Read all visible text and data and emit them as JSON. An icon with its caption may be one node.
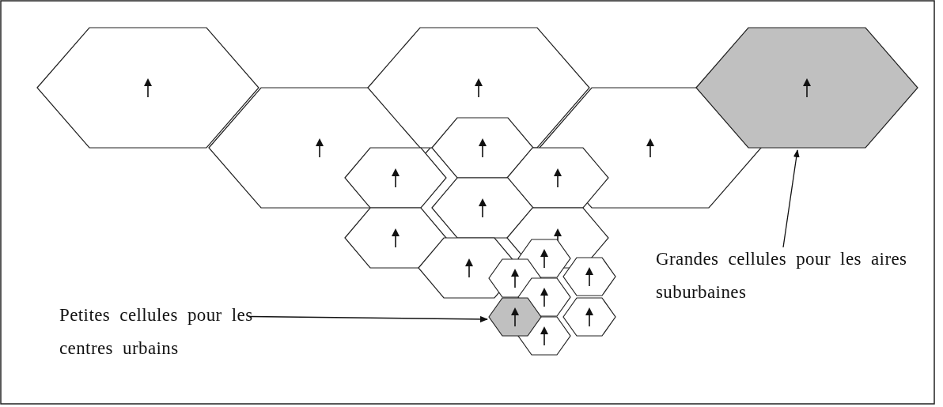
{
  "diagram": {
    "nodes": [
      {
        "text": [
          "Petites cellules pour les centres urbains"
        ]
      },
      {
        "text": [],
        "shape": "hexagon"
      },
      {
        "text": [
          "Grandes cellules pour les aires suburbaines"
        ]
      },
      {
        "text": [],
        "shape": "hexagon"
      }
    ],
    "edges": [
      {
        "from": 0,
        "to": 1,
        "arrow": "to"
      },
      {
        "from": 2,
        "to": 3,
        "arrow": "to"
      }
    ]
  }
}
